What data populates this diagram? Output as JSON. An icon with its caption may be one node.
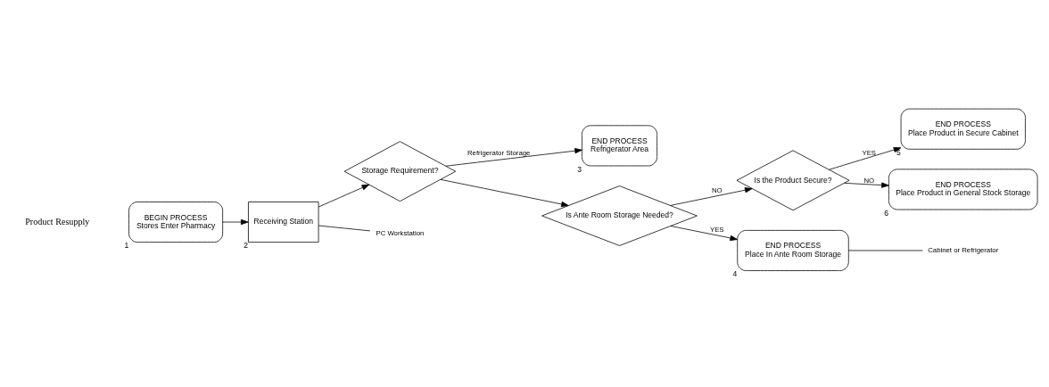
{
  "diagram": {
    "nodes": [
      {
        "text": [
          "BEGIN PROCESS",
          "Stores Enter Pharmacy"
        ],
        "beside": [
          "1"
        ]
      },
      {
        "text": [
          "Receiving Station"
        ],
        "beside": [
          "2"
        ]
      },
      {
        "text": [
          "Storage Requirement?"
        ]
      },
      {
        "text": [
          "END PROCESS",
          "Refrigerator Area"
        ],
        "beside": [
          "3"
        ]
      },
      {
        "text": [
          "Is Ante Room Storage Needed?"
        ]
      },
      {
        "text": [
          "Is the Product Secure?"
        ]
      },
      {
        "text": [
          "END PROCESS",
          "Place Product in Secure Cabinet"
        ],
        "beside": [
          "5"
        ]
      },
      {
        "text": [
          "END PROCESS",
          "Place Product in General Stock Storage"
        ],
        "beside": [
          "6"
        ]
      },
      {
        "text": [
          "END PROCESS",
          "Place In Ante Room Storage"
        ],
        "beside": [
          "4"
        ]
      },
      {
        "text": [
          "PC Workstation"
        ]
      },
      {
        "text": [
          "Cabinet or Refrigerator"
        ]
      }
    ],
    "edges": [
      {
        "from": 0,
        "to": 1,
        "arrow": "to"
      },
      {
        "from": 1,
        "to": 2,
        "arrow": "to"
      },
      {
        "from": 2,
        "to": 3,
        "arrow": "to",
        "label": "Refrigerator Storage"
      },
      {
        "from": 2,
        "to": 4,
        "arrow": "to"
      },
      {
        "from": 4,
        "to": 5,
        "arrow": "to",
        "label": "NO"
      },
      {
        "from": 5,
        "to": 6,
        "arrow": "to",
        "label": "YES"
      },
      {
        "from": 5,
        "to": 7,
        "arrow": "to",
        "label": "NO"
      },
      {
        "from": 4,
        "to": 8,
        "arrow": "to",
        "label": "YES"
      },
      {
        "from": 1,
        "to": 9,
        "arrow": "none"
      },
      {
        "from": 8,
        "to": 10,
        "arrow": "none"
      }
    ],
    "labels": [
      "Product Resupply"
    ]
  }
}
